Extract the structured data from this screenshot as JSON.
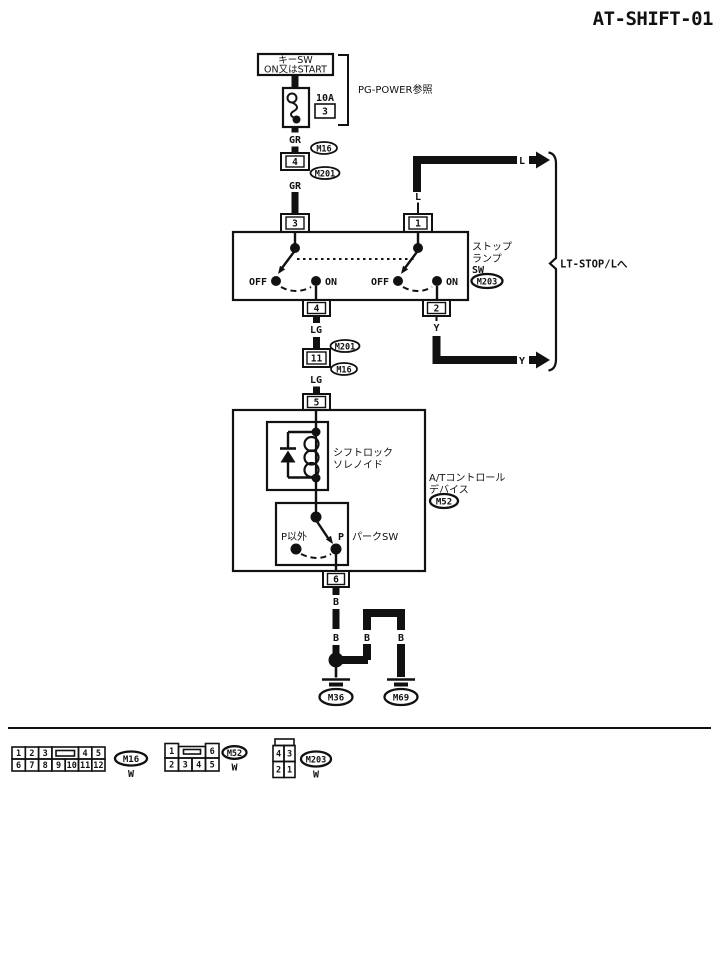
{
  "title": "AT-SHIFT-01",
  "power": {
    "key_sw_line1": "キーSW",
    "key_sw_line2": "ON又はSTART",
    "fuse_rating": "10A",
    "fuse_number": "3",
    "ref_note": "PG-POWER参照"
  },
  "wires": {
    "gr_upper": "GR",
    "gr_lower": "GR",
    "l_pin": "L",
    "l_out": "L",
    "y_pin": "Y",
    "y_out": "Y",
    "lg_upper": "LG",
    "lg_lower": "LG",
    "b_main_upper": "B",
    "b_main_lower": "B",
    "b_branch_left": "B",
    "b_branch_right": "B"
  },
  "connectors": {
    "m16_upper": "M16",
    "m201_upper": "M201",
    "body4": "4",
    "m201_mid": "M201",
    "m16_mid": "M16",
    "body11": "11"
  },
  "pins": {
    "p3": "3",
    "p1": "1",
    "p4": "4",
    "p2": "2",
    "p5": "5",
    "p6": "6"
  },
  "stop_lamp_sw": {
    "name_line1": "ストップ",
    "name_line2": "ランプ",
    "name_line3": "SW",
    "ref": "M203",
    "left_off": "OFF",
    "left_on": "ON",
    "right_off": "OFF",
    "right_on": "ON"
  },
  "destination": {
    "label": "LT-STOP/Lへ"
  },
  "at_device": {
    "solenoid_line1": "シフトロック",
    "solenoid_line2": "ソレノイド",
    "park_left": "P以外",
    "park_right": "P",
    "park_name": "パークSW",
    "name_line1": "A/Tコントロール",
    "name_line2": "デバイス",
    "ref": "M52"
  },
  "grounds": {
    "left": "M36",
    "right": "M69"
  },
  "legend": {
    "m16": {
      "top": [
        "1",
        "2",
        "3",
        "4",
        "5"
      ],
      "bottom": [
        "6",
        "7",
        "8",
        "9",
        "10",
        "11",
        "12"
      ],
      "ref": "M16",
      "color": "W"
    },
    "m52": {
      "top": [
        "1",
        "6"
      ],
      "bottom": [
        "2",
        "3",
        "4",
        "5"
      ],
      "ref": "M52",
      "color": "W"
    },
    "m203": {
      "top": [
        "4",
        "3"
      ],
      "bottom": [
        "2",
        "1"
      ],
      "ref": "M203",
      "color": "W"
    }
  }
}
